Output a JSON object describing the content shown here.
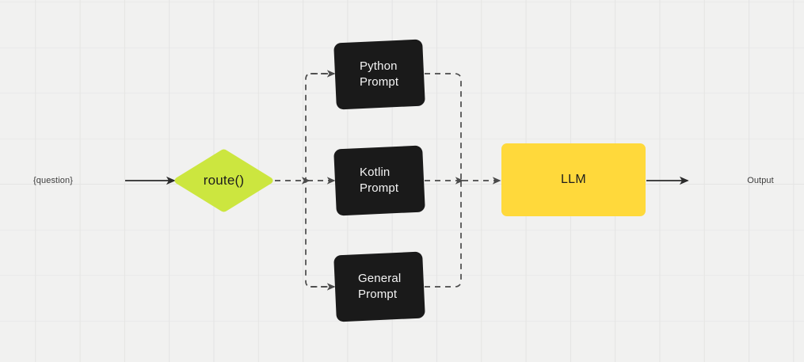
{
  "diagram": {
    "title": "LLM prompt routing flow",
    "background_color": "#f1f1f0",
    "grid_color": "#e4e4e3",
    "nodes": {
      "question": {
        "label": "{question}",
        "type": "text-endpoint",
        "color": "#3d3d3d"
      },
      "router": {
        "label": "route()",
        "type": "decision-diamond",
        "color": "#cce63f"
      },
      "python_prompt": {
        "label_line1": "Python",
        "label_line2": "Prompt",
        "type": "card",
        "color": "#1a1a1a"
      },
      "kotlin_prompt": {
        "label_line1": "Kotlin",
        "label_line2": "Prompt",
        "type": "card",
        "color": "#1a1a1a"
      },
      "general_prompt": {
        "label_line1": "General",
        "label_line2": "Prompt",
        "type": "card",
        "color": "#1a1a1a"
      },
      "llm": {
        "label": "LLM",
        "type": "box",
        "color": "#ffd93b"
      },
      "output": {
        "label": "Output",
        "type": "text-endpoint",
        "color": "#3d3d3d"
      }
    },
    "edges": [
      {
        "from": "question",
        "to": "router",
        "style": "solid",
        "arrow": true
      },
      {
        "from": "router",
        "to": "branch-bus",
        "style": "dashed",
        "arrow": true
      },
      {
        "from": "branch-bus",
        "to": "python_prompt",
        "style": "dashed",
        "arrow": true
      },
      {
        "from": "branch-bus",
        "to": "kotlin_prompt",
        "style": "dashed",
        "arrow": true
      },
      {
        "from": "branch-bus",
        "to": "general_prompt",
        "style": "dashed",
        "arrow": true
      },
      {
        "from": "python_prompt",
        "to": "merge-bus",
        "style": "dashed",
        "arrow": false
      },
      {
        "from": "kotlin_prompt",
        "to": "merge-bus",
        "style": "dashed",
        "arrow": true
      },
      {
        "from": "general_prompt",
        "to": "merge-bus",
        "style": "dashed",
        "arrow": false
      },
      {
        "from": "merge-bus",
        "to": "llm",
        "style": "dashed",
        "arrow": true
      },
      {
        "from": "llm",
        "to": "output",
        "style": "solid",
        "arrow": true
      }
    ]
  }
}
